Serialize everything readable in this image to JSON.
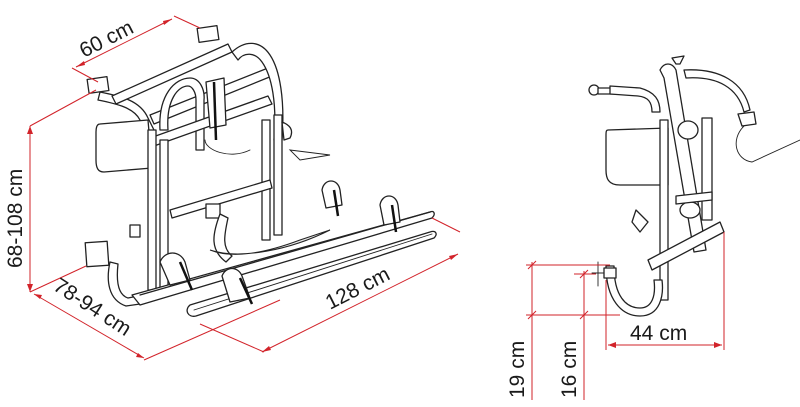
{
  "diagram": {
    "subject": "Bike carrier (rear-mounted rack) dimensional drawing",
    "views": [
      {
        "name": "perspective-view",
        "description": "Isometric view of bike rack with two wheel rails"
      },
      {
        "name": "side-view",
        "description": "Side profile of rack showing mounting depth"
      }
    ],
    "dimensions": {
      "top_width": "60 cm",
      "height_range": "68-108 cm",
      "bottom_depth_range": "78-94 cm",
      "rail_length": "128 cm",
      "side_offset": "44 cm",
      "lower_mount_19": "19 cm",
      "lower_mount_16": "16 cm"
    },
    "colors": {
      "dimension_line": "#d2232a",
      "drawing_line": "#222222",
      "background": "#ffffff",
      "text": "#1a1a1a"
    }
  }
}
